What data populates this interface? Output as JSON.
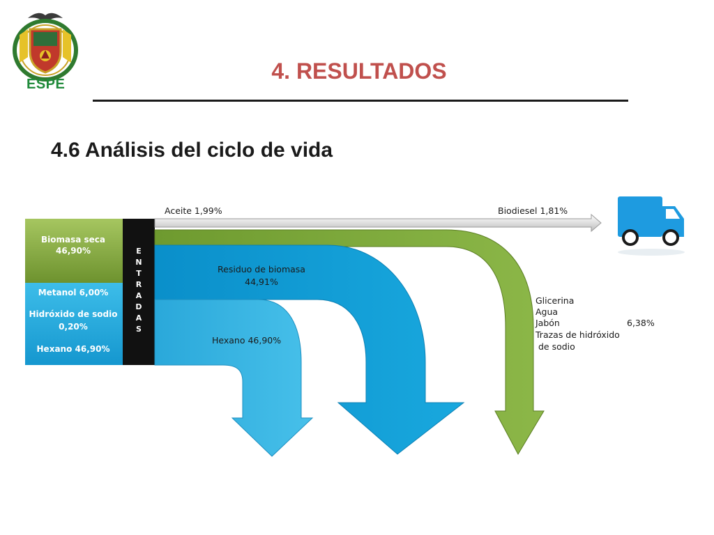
{
  "header": {
    "logo_text": "ESPE",
    "title": "4. RESULTADOS",
    "subtitle": "4.6 Análisis del ciclo de vida"
  },
  "inputs": {
    "entradas_letters": [
      "E",
      "N",
      "T",
      "R",
      "A",
      "D",
      "A",
      "S"
    ],
    "biomasa_line1": "Biomasa seca",
    "biomasa_line2": "46,90%",
    "metanol": "Metanol 6,00%",
    "hidroxido_line1": "Hidróxido de sodio",
    "hidroxido_line2": "0,20%",
    "hexano": "Hexano 46,90%"
  },
  "flows": {
    "aceite": "Aceite 1,99%",
    "biodiesel": "Biodiesel 1,81%",
    "residuo_line1": "Residuo de biomasa",
    "residuo_line2": "44,91%",
    "hexano_out": "Hexano 46,90%",
    "glicerina_items": [
      "Glicerina",
      "Agua",
      "Jabón",
      "Trazas de hidróxido",
      " de sodio"
    ],
    "glicerina_pct": "6,38%"
  },
  "colors": {
    "green": "#7da33c",
    "blue": "#0d9fd8",
    "light_blue": "#2fb3e3",
    "title_red": "#c0504d",
    "espe_green": "#1f8a3a"
  }
}
